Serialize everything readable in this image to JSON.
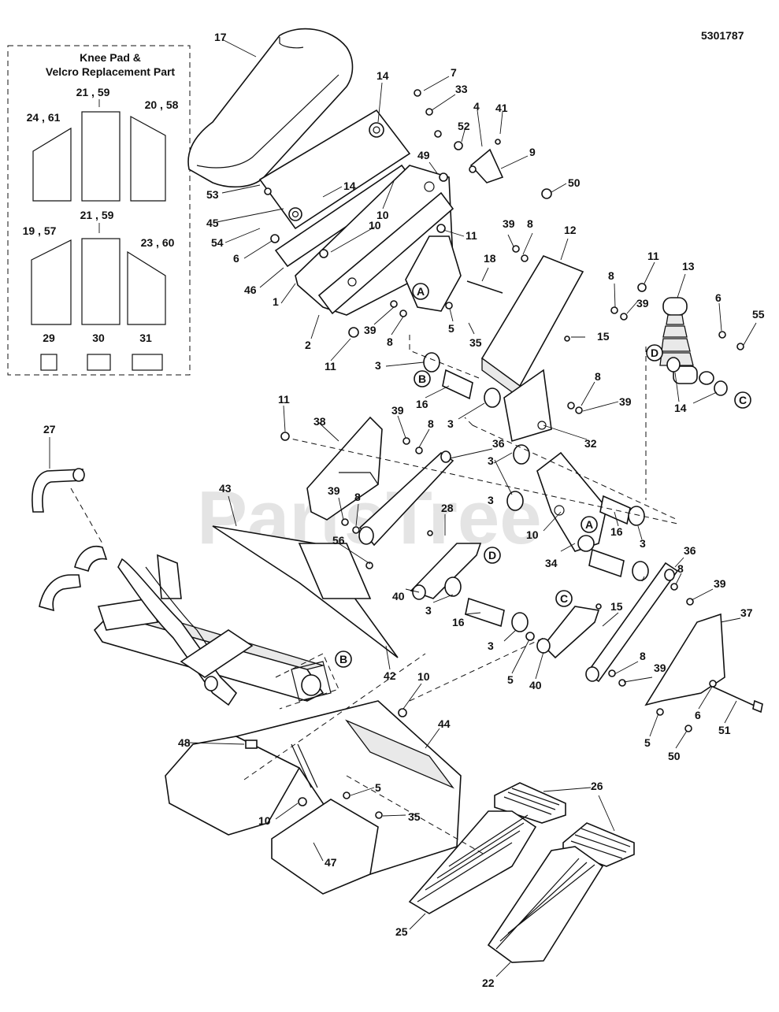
{
  "drawing_number": "5301787",
  "watermark": "PartsTree",
  "inset": {
    "title_line1": "Knee Pad &",
    "title_line2": "Velcro Replacement Part",
    "labels": [
      "21 , 59",
      "24 , 61",
      "20 , 58",
      "21 , 59",
      "19 , 57",
      "23 , 60",
      "29",
      "30",
      "31"
    ]
  },
  "callouts": [
    "A",
    "B",
    "C",
    "D",
    "A",
    "B",
    "D",
    "C"
  ],
  "part_labels": [
    "17",
    "7",
    "33",
    "4",
    "41",
    "52",
    "9",
    "50",
    "49",
    "14",
    "14",
    "53",
    "45",
    "10",
    "10",
    "54",
    "6",
    "46",
    "1",
    "2",
    "11",
    "11",
    "39",
    "8",
    "12",
    "18",
    "11",
    "13",
    "8",
    "39",
    "6",
    "55",
    "5",
    "35",
    "39",
    "8",
    "15",
    "3",
    "16",
    "3",
    "8",
    "39",
    "14",
    "32",
    "11",
    "38",
    "39",
    "8",
    "36",
    "3",
    "43",
    "39",
    "8",
    "28",
    "3",
    "16",
    "10",
    "34",
    "3",
    "27",
    "56",
    "40",
    "3",
    "16",
    "3",
    "36",
    "8",
    "39",
    "15",
    "37",
    "5",
    "40",
    "8",
    "39",
    "6",
    "51",
    "42",
    "10",
    "5",
    "50",
    "48",
    "44",
    "5",
    "35",
    "10",
    "47",
    "26",
    "25",
    "22"
  ]
}
